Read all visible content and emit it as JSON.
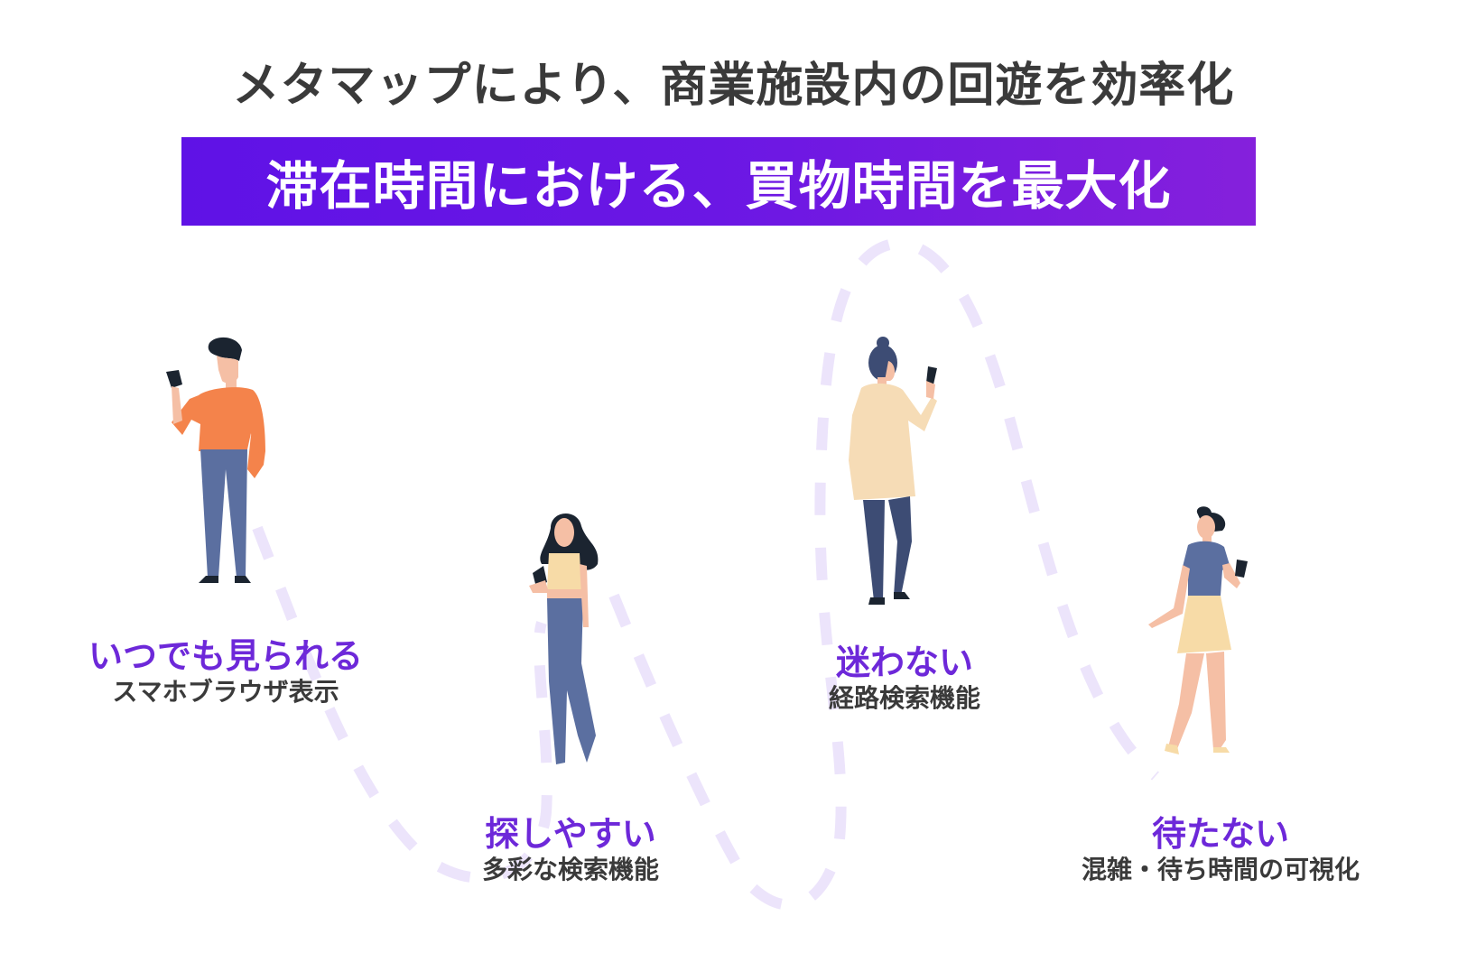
{
  "header": {
    "title": "メタマップにより、商業施設内の回遊を効率化",
    "banner": "滞在時間における、買物時間を最大化"
  },
  "colors": {
    "banner_start": "#5f12e6",
    "banner_end": "#8520dc",
    "accent": "#6d28d9",
    "text_dark": "#3a3a3a",
    "path": "#ece4fb"
  },
  "features": [
    {
      "headline": "いつでも見られる",
      "subtitle": "スマホブラウザ表示",
      "figure": "man-orange-sweater-with-phone"
    },
    {
      "headline": "探しやすい",
      "subtitle": "多彩な検索機能",
      "figure": "woman-long-hair-with-phone"
    },
    {
      "headline": "迷わない",
      "subtitle": "経路検索機能",
      "figure": "woman-bun-coat-with-phone"
    },
    {
      "headline": "待たない",
      "subtitle": "混雑・待ち時間の可視化",
      "figure": "woman-walking-skirt-with-phone"
    }
  ]
}
